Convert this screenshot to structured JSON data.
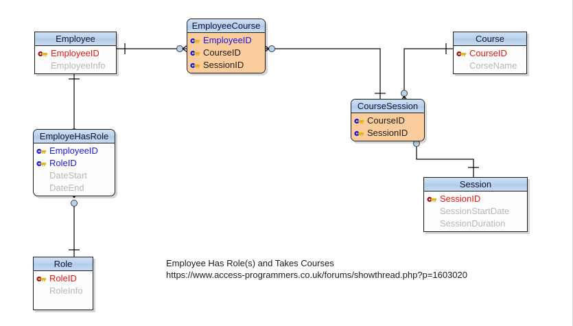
{
  "diagram": {
    "title": "Employee Has Role(s) and Takes Courses",
    "notation": "crow's foot",
    "colors": {
      "header_blue": "#b9d2ee",
      "associative_body_orange": "#fbcd9c",
      "primary_key_text": "#e8140c",
      "foreign_key_text": "#1a17e0",
      "plain_field_text": "#b6b6b6",
      "line": "#000000",
      "cardinality_dot": "#b9d2ee"
    },
    "caption": {
      "line1": "Employee Has Role(s) and Takes Courses",
      "line2": "https://www.access-programmers.co.uk/forums/showthread.php?p=1603020"
    },
    "entities": [
      {
        "id": "employee",
        "name": "Employee",
        "shape": "rect",
        "body": "white",
        "fields": [
          {
            "name": "EmployeeID",
            "kind": "pk",
            "icon": "gold-key-icon"
          },
          {
            "name": "EmployeeInfo",
            "kind": "plain",
            "icon": "none"
          }
        ]
      },
      {
        "id": "employeecourse",
        "name": "EmployeeCourse",
        "shape": "rounded",
        "body": "orange",
        "fields": [
          {
            "name": "EmployeeID",
            "kind": "fk",
            "icon": "blue-key-icon"
          },
          {
            "name": "CourseID",
            "kind": "plain-dark",
            "icon": "blue-key-icon"
          },
          {
            "name": "SessionID",
            "kind": "plain-dark",
            "icon": "blue-key-icon"
          }
        ]
      },
      {
        "id": "course",
        "name": "Course",
        "shape": "rect",
        "body": "white",
        "fields": [
          {
            "name": "CourseID",
            "kind": "pk",
            "icon": "gold-key-icon"
          },
          {
            "name": "CorseName",
            "kind": "plain",
            "icon": "none"
          }
        ]
      },
      {
        "id": "employehasrole",
        "name": "EmployeHasRole",
        "shape": "rounded",
        "body": "white",
        "fields": [
          {
            "name": "EmployeeID",
            "kind": "fk",
            "icon": "blue-key-icon"
          },
          {
            "name": "RoleID",
            "kind": "fk",
            "icon": "blue-key-icon"
          },
          {
            "name": "DateStart",
            "kind": "plain",
            "icon": "none"
          },
          {
            "name": "DateEnd",
            "kind": "plain",
            "icon": "none"
          }
        ]
      },
      {
        "id": "coursesession",
        "name": "CourseSession",
        "shape": "rounded",
        "body": "orange",
        "fields": [
          {
            "name": "CourseID",
            "kind": "plain-dark",
            "icon": "blue-key-icon"
          },
          {
            "name": "SessionID",
            "kind": "plain-dark",
            "icon": "blue-key-icon"
          }
        ]
      },
      {
        "id": "session",
        "name": "Session",
        "shape": "rect",
        "body": "white",
        "fields": [
          {
            "name": "SessionID",
            "kind": "pk",
            "icon": "gold-key-icon"
          },
          {
            "name": "SessionStartDate",
            "kind": "plain",
            "icon": "none"
          },
          {
            "name": "SessionDuration",
            "kind": "plain",
            "icon": "none"
          }
        ]
      },
      {
        "id": "role",
        "name": "Role",
        "shape": "rect",
        "body": "white",
        "fields": [
          {
            "name": "RoleID",
            "kind": "pk",
            "icon": "gold-key-icon"
          },
          {
            "name": "RoleInfo",
            "kind": "plain",
            "icon": "none"
          },
          {
            "name": "",
            "kind": "empty",
            "icon": "none"
          }
        ]
      }
    ],
    "relationships": [
      {
        "from": "Employee",
        "to": "EmployeeCourse",
        "from_card": "one",
        "to_card": "zero-or-many"
      },
      {
        "from": "EmployeeCourse",
        "to": "CourseSession",
        "from_card": "zero-or-many",
        "to_card": "one"
      },
      {
        "from": "Course",
        "to": "CourseSession",
        "from_card": "one",
        "to_card": "zero-or-many"
      },
      {
        "from": "CourseSession",
        "to": "Session",
        "from_card": "zero-or-many",
        "to_card": "one"
      },
      {
        "from": "Employee",
        "to": "EmployeHasRole",
        "from_card": "one",
        "to_card": "zero-or-many"
      },
      {
        "from": "EmployeHasRole",
        "to": "Role",
        "from_card": "zero-or-many",
        "to_card": "one"
      }
    ]
  }
}
